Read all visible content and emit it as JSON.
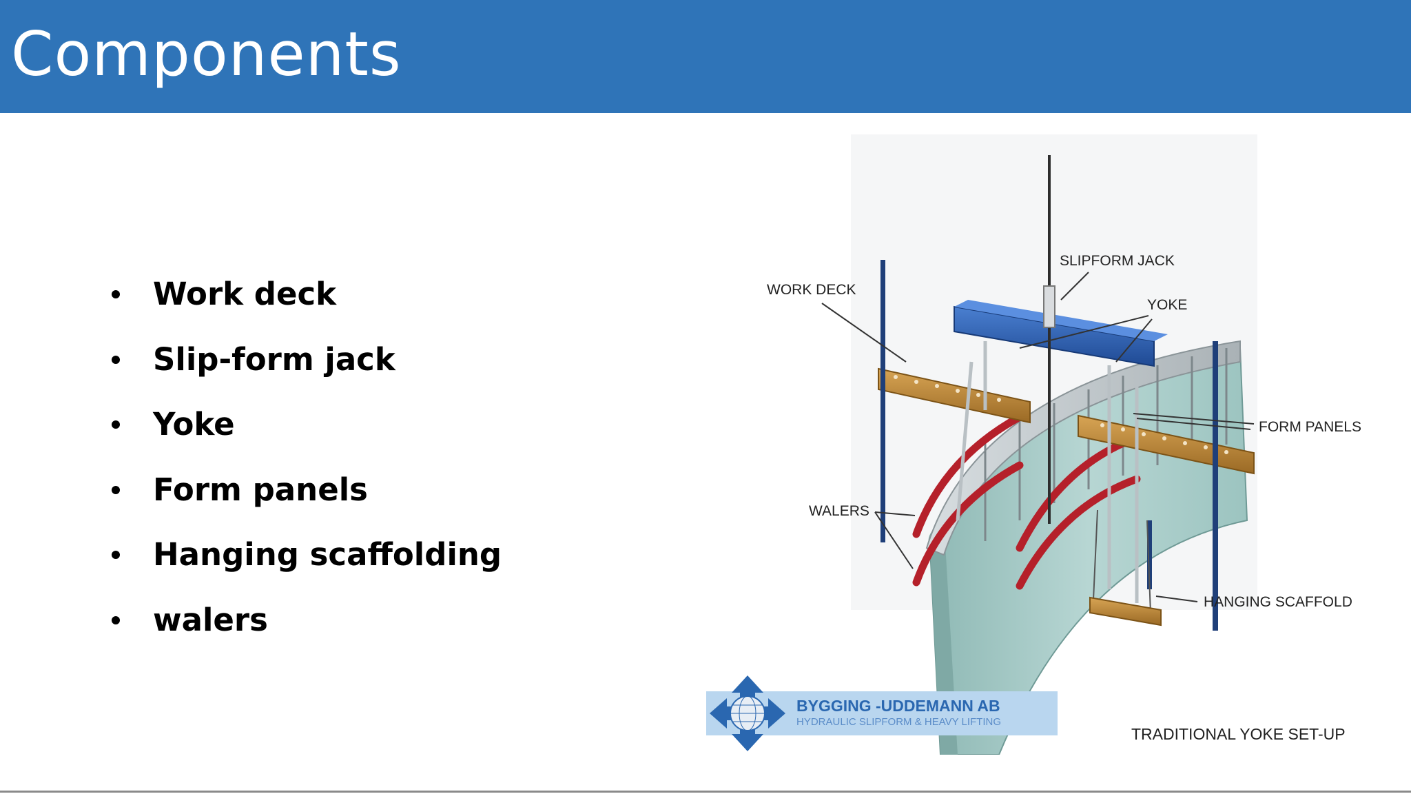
{
  "slide": {
    "title": "Components"
  },
  "bullets": [
    "Work deck",
    "Slip-form jack",
    "Yoke",
    "Form panels",
    "Hanging scaffolding",
    "walers"
  ],
  "diagram": {
    "labels": {
      "slipform_jack": "SLIPFORM JACK",
      "work_deck": "WORK DECK",
      "yoke": "YOKE",
      "form_panels": "FORM PANELS",
      "walers": "WALERS",
      "hanging_scaffold": "HANGING SCAFFOLD",
      "caption": "TRADITIONAL YOKE SET-UP"
    },
    "logo": {
      "name": "BYGGING -UDDEMANN AB",
      "tagline": "HYDRAULIC SLIPFORM & HEAVY LIFTING"
    },
    "colors": {
      "header": "#2f74b8",
      "beam": "#2f5fae",
      "deck": "#b8863a",
      "walers": "#b5202a",
      "concrete": "#a7cbc8",
      "logo_blue": "#2a67b0"
    }
  }
}
